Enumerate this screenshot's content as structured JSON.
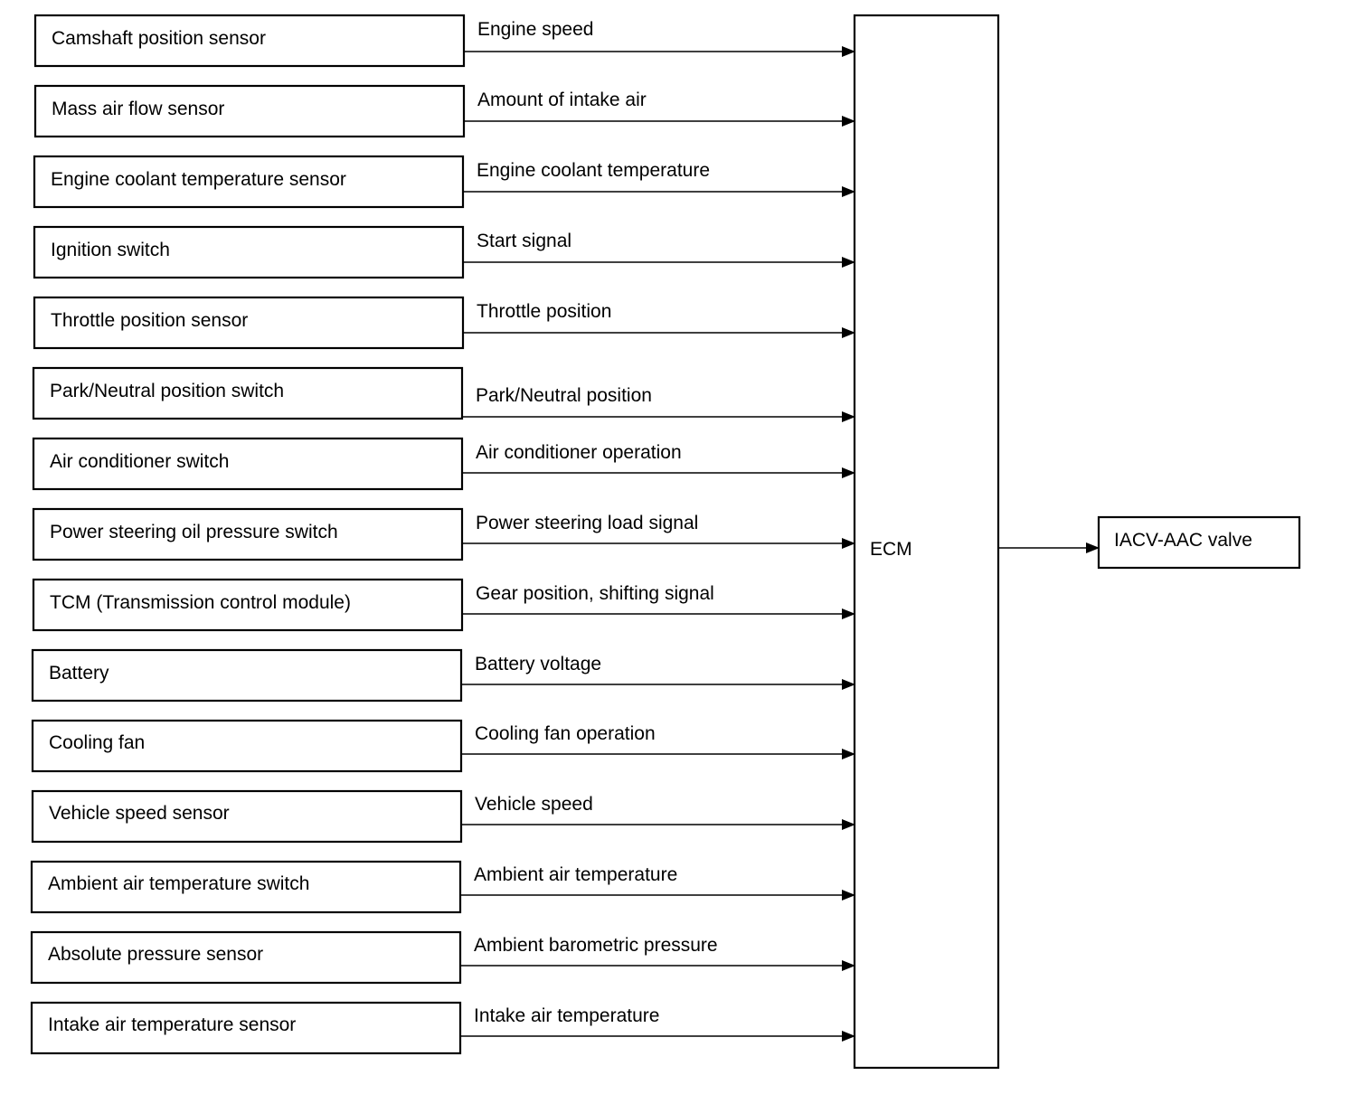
{
  "inputs": [
    {
      "source": "Camshaft position sensor",
      "signal": "Engine speed"
    },
    {
      "source": "Mass air flow sensor",
      "signal": "Amount of intake air"
    },
    {
      "source": "Engine coolant temperature sensor",
      "signal": "Engine coolant temperature"
    },
    {
      "source": "Ignition switch",
      "signal": "Start signal"
    },
    {
      "source": "Throttle position sensor",
      "signal": "Throttle position"
    },
    {
      "source": "Park/Neutral position switch",
      "signal": "Park/Neutral position"
    },
    {
      "source": "Air conditioner switch",
      "signal": "Air conditioner operation"
    },
    {
      "source": "Power steering oil pressure switch",
      "signal": "Power steering load signal"
    },
    {
      "source": "TCM (Transmission control module)",
      "signal": "Gear position, shifting signal"
    },
    {
      "source": "Battery",
      "signal": "Battery voltage"
    },
    {
      "source": "Cooling fan",
      "signal": "Cooling fan operation"
    },
    {
      "source": "Vehicle speed sensor",
      "signal": "Vehicle speed"
    },
    {
      "source": "Ambient air temperature switch",
      "signal": "Ambient air temperature"
    },
    {
      "source": "Absolute pressure sensor",
      "signal": "Ambient barometric pressure"
    },
    {
      "source": "Intake air temperature sensor",
      "signal": "Intake air temperature"
    }
  ],
  "controller": {
    "label": "ECM"
  },
  "output": {
    "label": "IACV-AAC valve"
  }
}
